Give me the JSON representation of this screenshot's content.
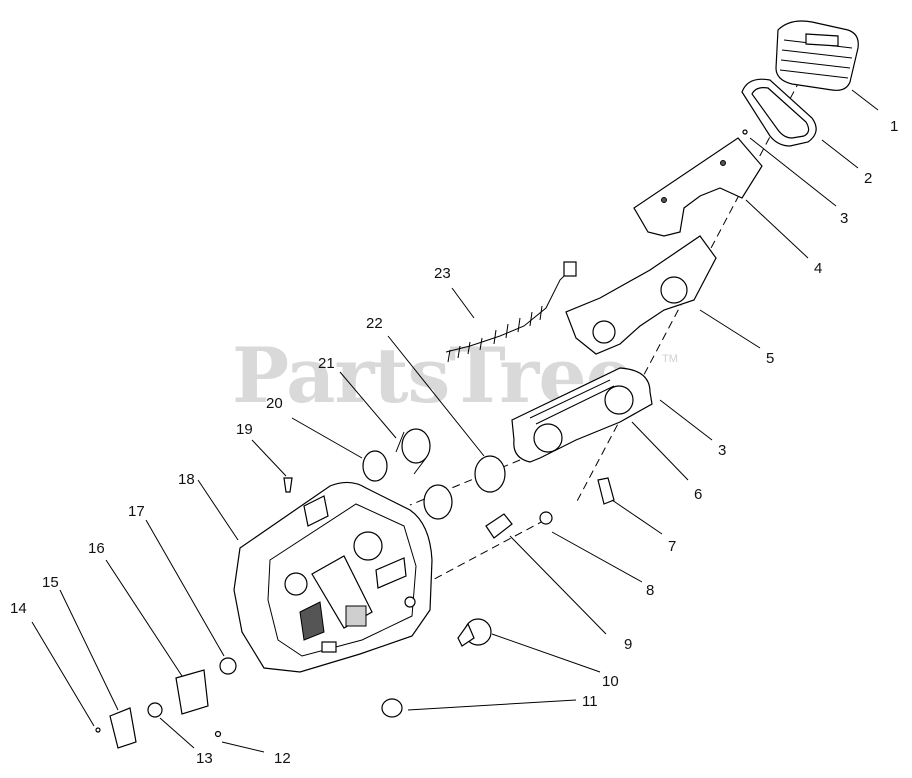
{
  "watermark": {
    "text": "PartsTree",
    "tm": "TM"
  },
  "callouts": [
    {
      "id": "c1",
      "label": "1"
    },
    {
      "id": "c2",
      "label": "2"
    },
    {
      "id": "c3a",
      "label": "3"
    },
    {
      "id": "c4",
      "label": "4"
    },
    {
      "id": "c5",
      "label": "5"
    },
    {
      "id": "c3b",
      "label": "3"
    },
    {
      "id": "c6",
      "label": "6"
    },
    {
      "id": "c7",
      "label": "7"
    },
    {
      "id": "c8",
      "label": "8"
    },
    {
      "id": "c9",
      "label": "9"
    },
    {
      "id": "c10",
      "label": "10"
    },
    {
      "id": "c11",
      "label": "11"
    },
    {
      "id": "c12",
      "label": "12"
    },
    {
      "id": "c13",
      "label": "13"
    },
    {
      "id": "c14",
      "label": "14"
    },
    {
      "id": "c15",
      "label": "15"
    },
    {
      "id": "c16",
      "label": "16"
    },
    {
      "id": "c17",
      "label": "17"
    },
    {
      "id": "c18",
      "label": "18"
    },
    {
      "id": "c19",
      "label": "19"
    },
    {
      "id": "c20",
      "label": "20"
    },
    {
      "id": "c21",
      "label": "21"
    },
    {
      "id": "c22",
      "label": "22"
    },
    {
      "id": "c23",
      "label": "23"
    }
  ]
}
